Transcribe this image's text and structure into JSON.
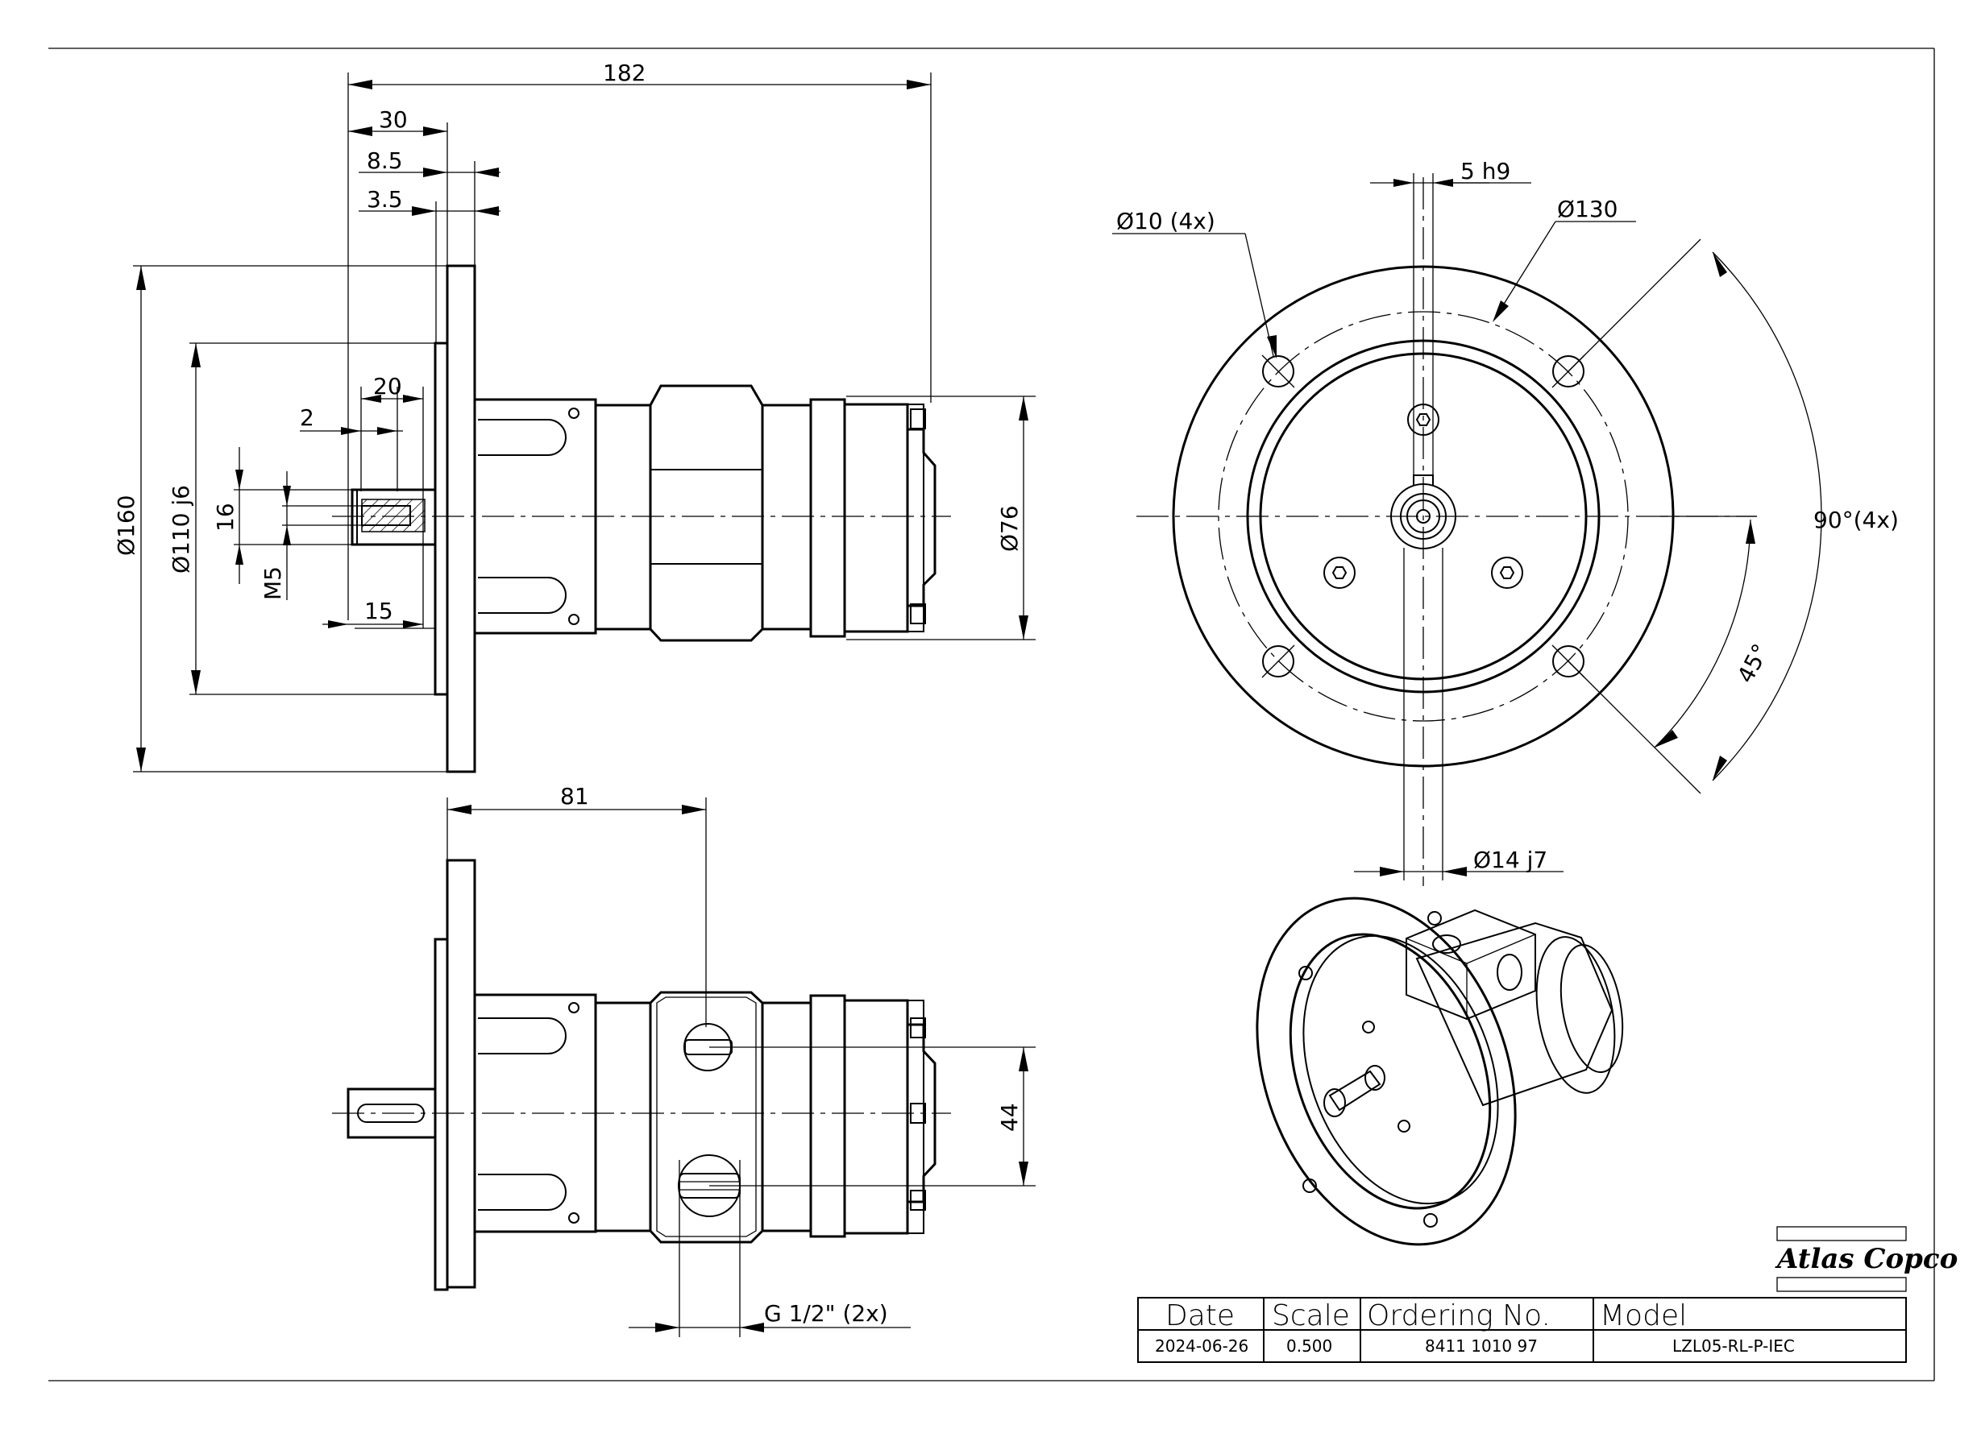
{
  "dimensions": {
    "d182": "182",
    "d30": "30",
    "d8_5": "8.5",
    "d3_5": "3.5",
    "d20": "20",
    "d2": "2",
    "d16": "16",
    "m5": "M5",
    "d15": "15",
    "dia160": "Ø160",
    "dia110": "Ø110 j6",
    "dia76": "Ø76",
    "d81": "81",
    "d44": "44",
    "g_half": "G 1/2\" (2x)",
    "key": "5 h9",
    "dia10": "Ø10 (4x)",
    "dia130": "Ø130",
    "ang90": "90°(4x)",
    "ang45": "45°",
    "dia14": "Ø14 j7"
  },
  "title_block": {
    "headers": {
      "date": "Date",
      "scale": "Scale",
      "ordering": "Ordering No.",
      "model": "Model"
    },
    "values": {
      "date": "2024-06-26",
      "scale": "0.500",
      "ordering": "8411 1010 97",
      "model": "LZL05-RL-P-IEC"
    }
  },
  "logo": "Atlas Copco"
}
